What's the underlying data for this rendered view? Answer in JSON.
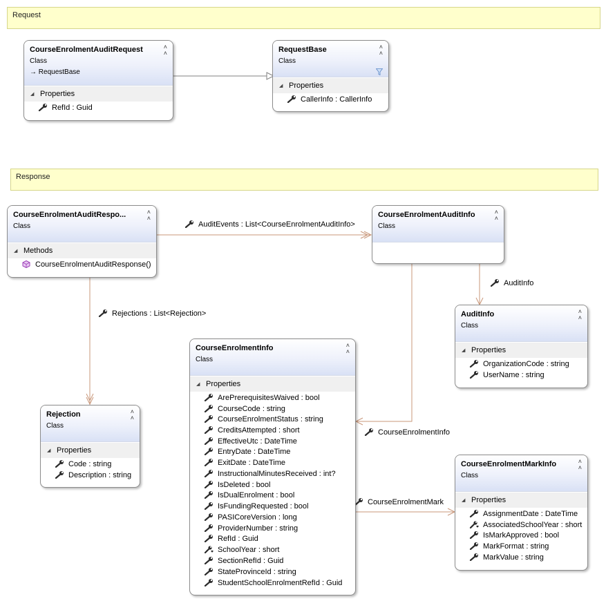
{
  "regions": {
    "request": "Request",
    "response": "Response"
  },
  "classes": {
    "course_enrolment_audit_request": {
      "name": "CourseEnrolmentAuditRequest",
      "stereotype": "Class",
      "base": "RequestBase",
      "section": "Properties",
      "members": [
        "RefId : Guid"
      ]
    },
    "request_base": {
      "name": "RequestBase",
      "stereotype": "Class",
      "section": "Properties",
      "members": [
        "CallerInfo : CallerInfo"
      ]
    },
    "course_enrolment_audit_response": {
      "name": "CourseEnrolmentAuditRespo...",
      "stereotype": "Class",
      "section": "Methods",
      "members": [
        "CourseEnrolmentAuditResponse()"
      ]
    },
    "course_enrolment_audit_info": {
      "name": "CourseEnrolmentAuditInfo",
      "stereotype": "Class"
    },
    "audit_info": {
      "name": "AuditInfo",
      "stereotype": "Class",
      "section": "Properties",
      "members": [
        "OrganizationCode : string",
        "UserName : string"
      ]
    },
    "rejection": {
      "name": "Rejection",
      "stereotype": "Class",
      "section": "Properties",
      "members": [
        "Code : string",
        "Description : string"
      ]
    },
    "course_enrolment_info": {
      "name": "CourseEnrolmentInfo",
      "stereotype": "Class",
      "section": "Properties",
      "members": [
        "ArePrerequisitesWaived : bool",
        "CourseCode : string",
        "CourseEnrolmentStatus : string",
        "CreditsAttempted : short",
        "EffectiveUtc : DateTime",
        "EntryDate : DateTime",
        "ExitDate : DateTime",
        "InstructionalMinutesReceived : int?",
        "IsDeleted : bool",
        "IsDualEnrolment : bool",
        "IsFundingRequested : bool",
        "PASICoreVersion : long",
        "ProviderNumber : string",
        "RefId : Guid",
        "SchoolYear : short",
        "SectionRefId : Guid",
        "StateProvinceId : string",
        "StudentSchoolEnrolmentRefId : Guid"
      ]
    },
    "course_enrolment_mark_info": {
      "name": "CourseEnrolmentMarkInfo",
      "stereotype": "Class",
      "section": "Properties",
      "members": [
        "AssignmentDate : DateTime",
        "AssociatedSchoolYear : short",
        "IsMarkApproved : bool",
        "MarkFormat : string",
        "MarkValue : string"
      ]
    }
  },
  "associations": {
    "audit_events": "AuditEvents : List<CourseEnrolmentAuditInfo>",
    "rejections": "Rejections : List<Rejection>",
    "audit_info": "AuditInfo",
    "course_enrolment_info": "CourseEnrolmentInfo",
    "course_enrolment_mark": "CourseEnrolmentMark"
  },
  "icons": {
    "property": "wrench-icon",
    "method": "method-cube-icon",
    "collapse": "double-chevron-up-icon",
    "filter": "filter-icon",
    "inheritance": "inheritance-arrow-icon"
  },
  "colors": {
    "region_fill": "#ffffcc",
    "association_line": "#c8977a",
    "inheritance_line": "#808080",
    "header_gradient_end": "#d9e1f5",
    "method_icon": "#9b3fb5"
  }
}
